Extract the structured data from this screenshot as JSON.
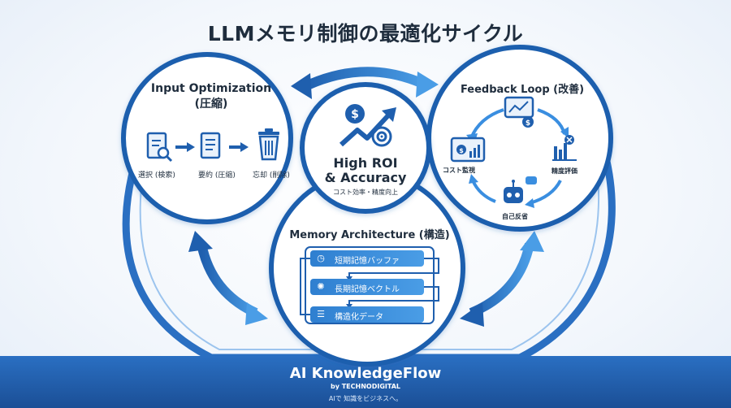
{
  "title": "LLMメモリ制御の最適化サイクル",
  "input_optimization": {
    "title_line1": "Input Optimization",
    "title_line2": "(圧縮)",
    "steps": [
      "選択 (検索)",
      "要約 (圧縮)",
      "忘却 (削除)"
    ],
    "step_icons": [
      "document-search-icon",
      "document-summary-icon",
      "trash-icon"
    ]
  },
  "center": {
    "line1": "High ROI",
    "line2": "& Accuracy",
    "subtitle": "コスト効率・精度向上",
    "icon": "roi-growth-icon"
  },
  "feedback_loop": {
    "title": "Feedback Loop (改善)",
    "items": [
      "コスト監視",
      "精度評価",
      "自己反省"
    ],
    "icons": [
      "cost-chart-icon",
      "accuracy-chart-icon",
      "robot-icon",
      "dashboard-icon"
    ]
  },
  "memory_architecture": {
    "title": "Memory Architecture (構造)",
    "rows": [
      {
        "label": "短期記憶バッファ",
        "icon": "clock-icon",
        "side_icon": "chat-bubble-icon"
      },
      {
        "label": "長期記憶ベクトル",
        "icon": "brain-icon",
        "side_icon": "line-chart-icon"
      },
      {
        "label": "構造化データ",
        "icon": "database-icon",
        "side_icon": "table-icon"
      }
    ]
  },
  "brand": {
    "name": "AI KnowledgeFlow",
    "by": "by TECHNODIGITAL",
    "tagline": "AIで 知識をビジネスへ。"
  },
  "colors": {
    "primary": "#1f5fae",
    "accent": "#3a8ee0",
    "dark": "#1f2d3d",
    "light": "#eaf2fb"
  }
}
